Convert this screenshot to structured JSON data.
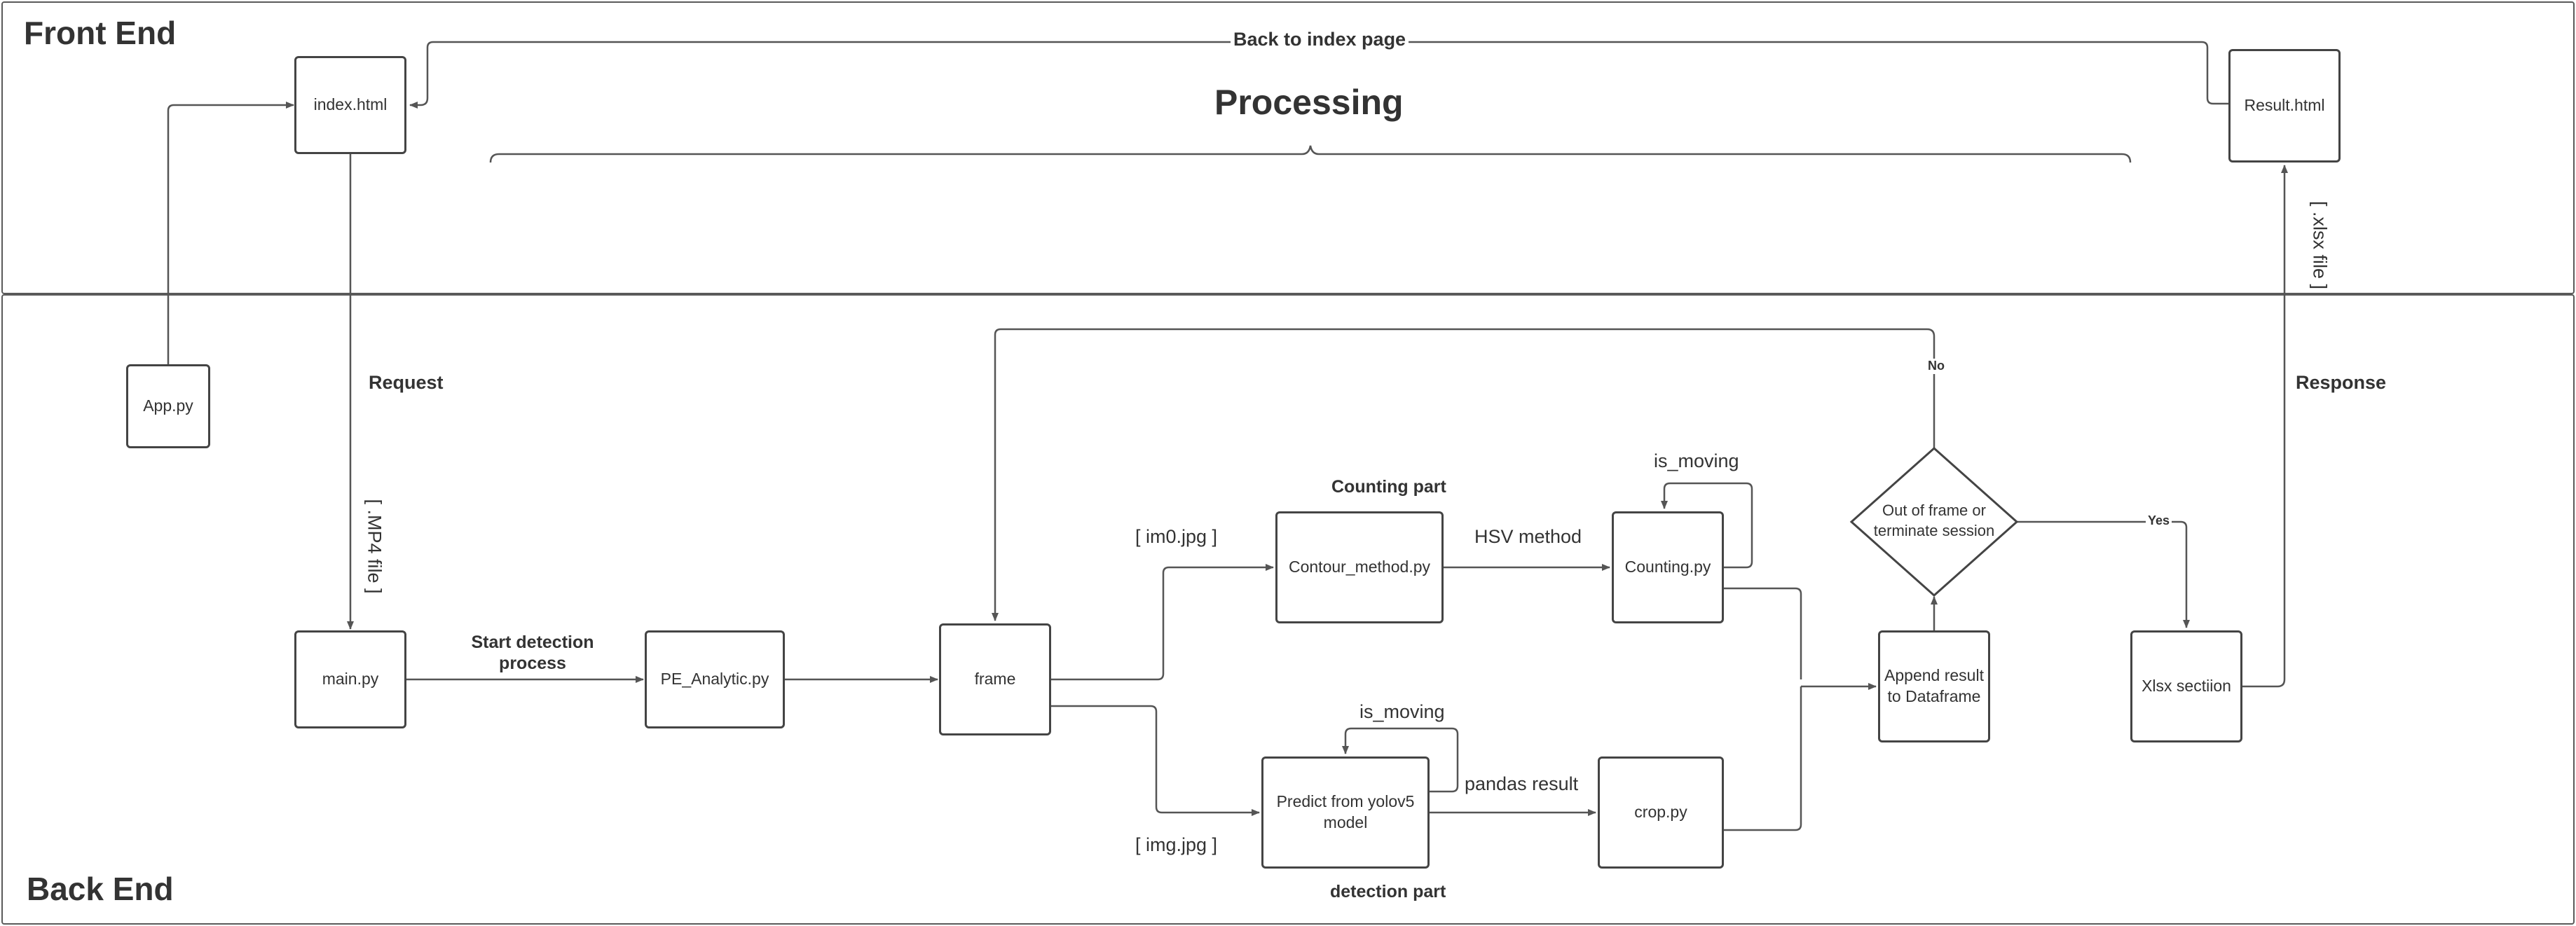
{
  "lanes": {
    "front": "Front End",
    "back": "Back End"
  },
  "nodes": {
    "index": "index.html",
    "result": "Result.html",
    "app": "App.py",
    "main": "main.py",
    "pe": "PE_Analytic.py",
    "frame": "frame",
    "contour": "Contour_method.py",
    "counting": "Counting.py",
    "predict": "Predict from yolov5 model",
    "crop": "crop.py",
    "append": "Append result to Dataframe",
    "xlsx": "Xlsx sectiion",
    "decision": "Out of frame or terminate session"
  },
  "labels": {
    "processing": "Processing",
    "back_to_index": "Back to index page",
    "request": "Request",
    "mp4": "[ .MP4 file ]",
    "start_detection": "Start detection process",
    "im0": "[ im0.jpg ]",
    "img": "[ img.jpg ]",
    "counting_part": "Counting part",
    "detection_part": "detection part",
    "hsv": "HSV method",
    "is_moving_top": "is_moving",
    "is_moving_bottom": "is_moving",
    "pandas": "pandas result",
    "no": "No",
    "yes": "Yes",
    "response": "Response",
    "xlsx_file": "[ .xlsx file ]"
  },
  "colors": {
    "line": "#555555",
    "border": "#444444",
    "text": "#333333",
    "background": "#ffffff"
  }
}
